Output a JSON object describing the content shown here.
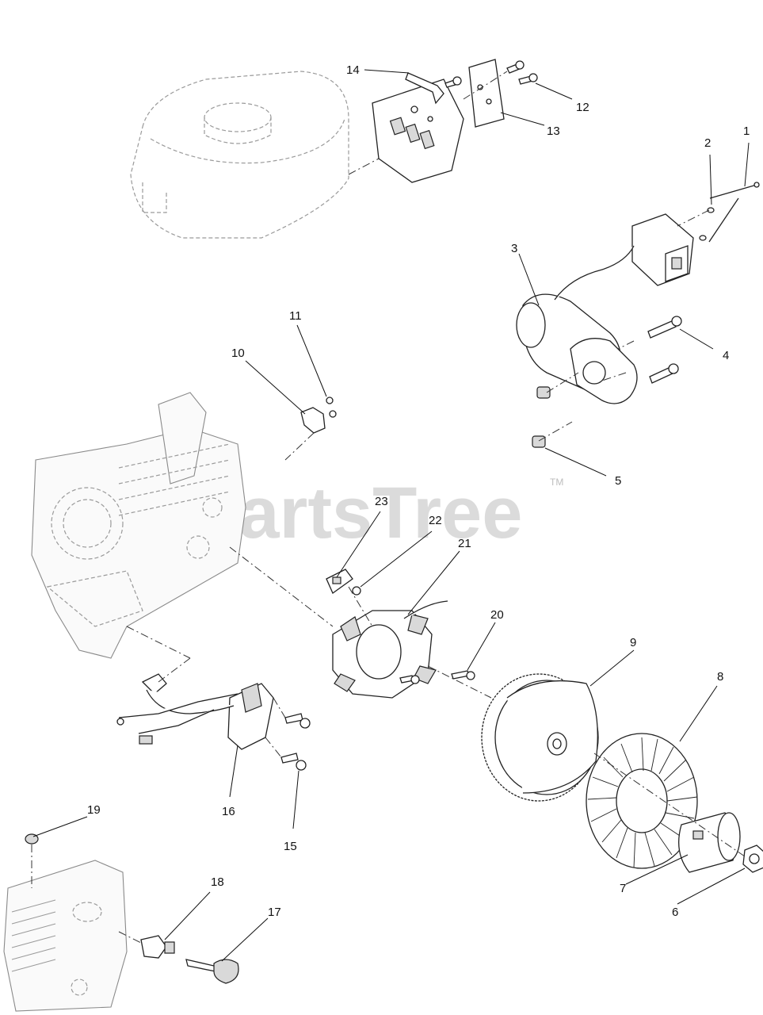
{
  "watermark": {
    "text": "PartsTree",
    "tm": "TM"
  },
  "callouts": {
    "c1": "1",
    "c2": "2",
    "c3": "3",
    "c4": "4",
    "c5": "5",
    "c6": "6",
    "c7": "7",
    "c8": "8",
    "c9": "9",
    "c10": "10",
    "c11": "11",
    "c12": "12",
    "c13": "13",
    "c14": "14",
    "c15": "15",
    "c16": "16",
    "c17": "17",
    "c18": "18",
    "c19": "19",
    "c20": "20",
    "c21": "21",
    "c22": "22",
    "c23": "23"
  }
}
